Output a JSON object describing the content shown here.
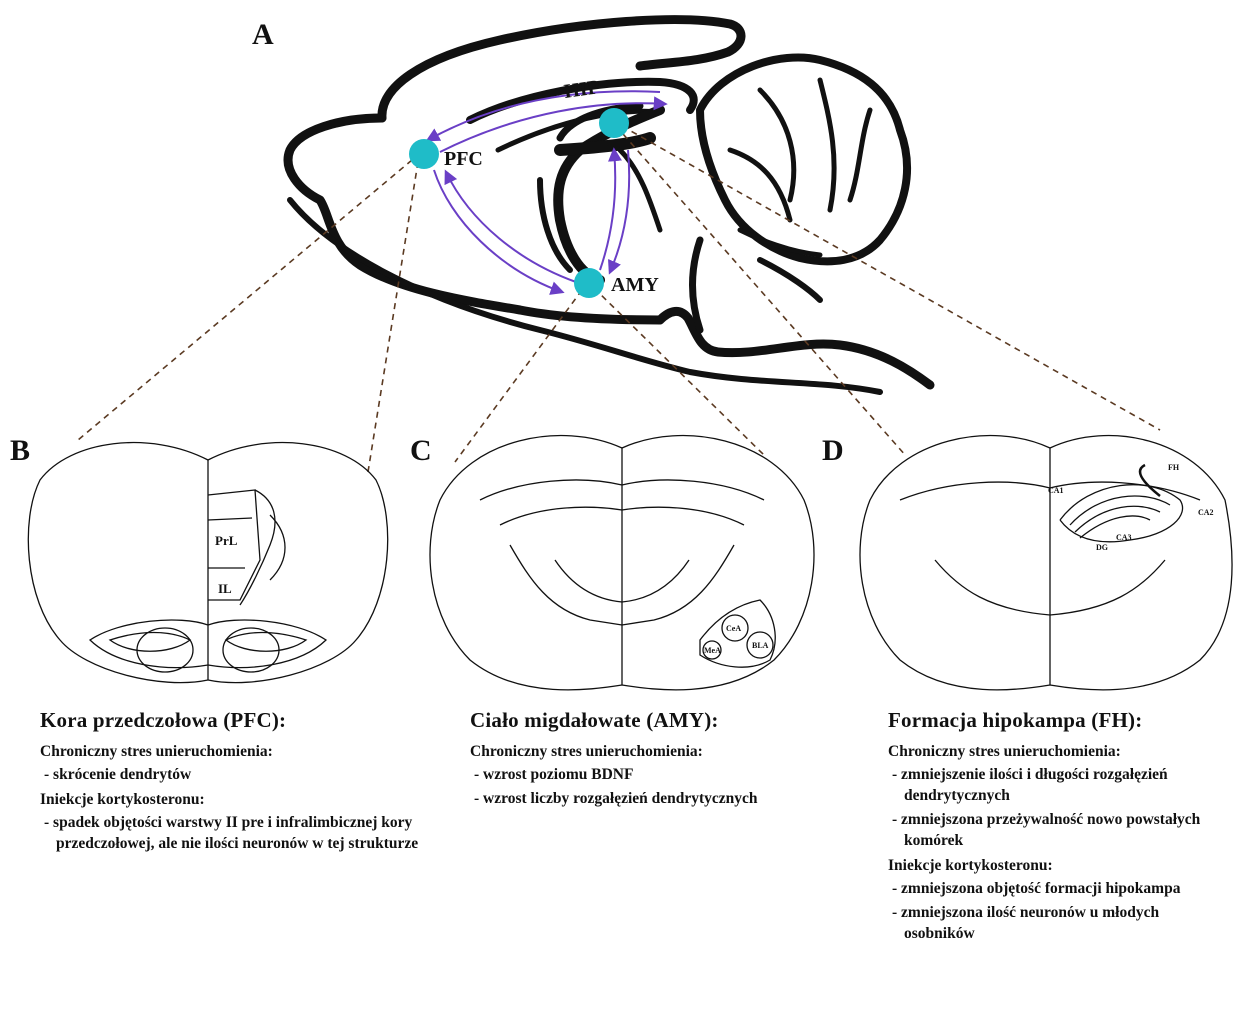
{
  "panels": {
    "a": "A",
    "b": "B",
    "c": "C",
    "d": "D"
  },
  "sagittal_labels": {
    "hip": "HIP",
    "pfc": "PFC",
    "amy": "AMY"
  },
  "section_labels": {
    "prl": "PrL",
    "il": "IL",
    "cea": "CeA",
    "bla": "BLA",
    "me": "MeA",
    "fh": "FH",
    "ca1": "CA1",
    "ca2": "CA2",
    "ca3": "CA3",
    "dg": "DG"
  },
  "colors": {
    "node": "#1fbcc8",
    "arrow": "#6a3fc6",
    "outline": "#111111",
    "dashed": "#5b3a22"
  },
  "columns": [
    {
      "title": "Kora przedczołowa (PFC):",
      "groups": [
        {
          "heading": "Chroniczny stres unieruchomienia:",
          "items": [
            "skrócenie dendrytów"
          ]
        },
        {
          "heading": "Iniekcje kortykosteronu:",
          "items": [
            "spadek objętości warstwy II pre i infralimbicznej kory przedczołowej, ale nie ilości neuronów w tej strukturze"
          ]
        }
      ]
    },
    {
      "title": "Ciało migdałowate (AMY):",
      "groups": [
        {
          "heading": "Chroniczny stres unieruchomienia:",
          "items": [
            "wzrost poziomu BDNF",
            "wzrost liczby rozgałęzień dendrytycznych"
          ]
        }
      ]
    },
    {
      "title": "Formacja hipokampa (FH):",
      "groups": [
        {
          "heading": "Chroniczny stres unieruchomienia:",
          "items": [
            "zmniejszenie ilości i długości rozgałęzień dendrytycznych",
            "zmniejszona przeżywalność nowo powstałych komórek"
          ]
        },
        {
          "heading": "Iniekcje kortykosteronu:",
          "items": [
            "zmniejszona objętość formacji hipokampa",
            "zmniejszona ilość neuronów u młodych osobników"
          ]
        }
      ]
    }
  ]
}
